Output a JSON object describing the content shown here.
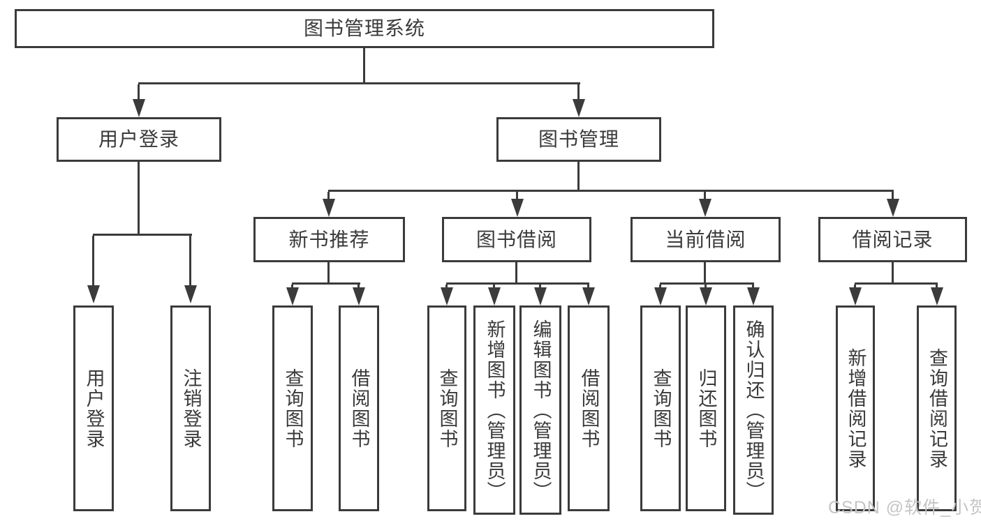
{
  "nodes": {
    "root": "图书管理系统",
    "user_login": "用户登录",
    "book_mgmt": "图书管理",
    "new_rec": "新书推荐",
    "book_borrow": "图书借阅",
    "current_borrow": "当前借阅",
    "borrow_records": "借阅记录",
    "leaf_user_login": "用户登录",
    "leaf_logout": "注销登录",
    "leaf_nr_query": "查询图书",
    "leaf_nr_borrow": "借阅图书",
    "leaf_bb_query": "查询图书",
    "leaf_bb_add": "新增图书（管理员）",
    "leaf_bb_edit": "编辑图书（管理员）",
    "leaf_bb_borrow": "借阅图书",
    "leaf_cb_query": "查询图书",
    "leaf_cb_return": "归还图书",
    "leaf_cb_confirm": "确认归还（管理员）",
    "leaf_br_add": "新增借阅记录",
    "leaf_br_query": "查询借阅记录"
  },
  "watermark": "CSDN @软件_小贺同学",
  "colors": {
    "line": "#3b3b3b",
    "text": "#3a3a3a",
    "watermark": "#c5c5c5",
    "background": "#ffffff"
  }
}
